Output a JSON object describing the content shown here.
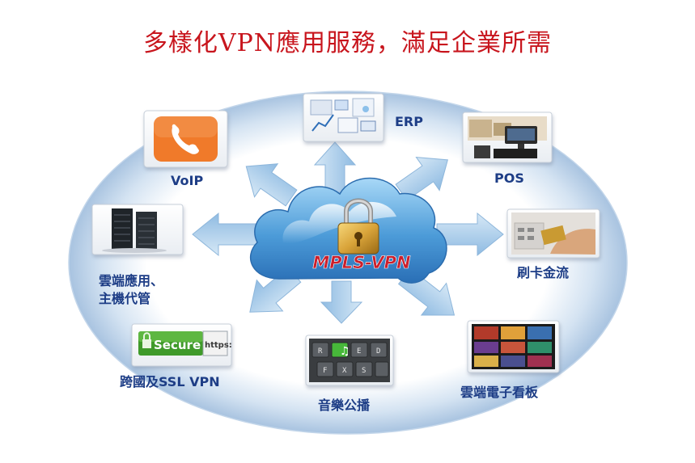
{
  "title": "多樣化VPN應用服務，滿足企業所需",
  "center": {
    "label": "MPLS-VPN",
    "icon": "padlock-icon"
  },
  "services": [
    {
      "id": "erp",
      "label": "ERP",
      "icon": "erp-dashboard-icon"
    },
    {
      "id": "pos",
      "label": "POS",
      "icon": "pos-terminal-icon"
    },
    {
      "id": "voip",
      "label": "VoIP",
      "icon": "phone-icon"
    },
    {
      "id": "card",
      "label": "刷卡金流",
      "icon": "card-swipe-icon"
    },
    {
      "id": "hosting",
      "label_lines": [
        "雲端應用、",
        "主機代管"
      ],
      "icon": "server-icon"
    },
    {
      "id": "ssl",
      "label": "跨國及SSL VPN",
      "icon": "secure-https-icon",
      "badge": {
        "word": "Secure",
        "proto": "https:"
      }
    },
    {
      "id": "music",
      "label": "音樂公播",
      "icon": "music-keyboard-icon",
      "keys": [
        "R",
        "E",
        "D",
        "F",
        "X",
        "S"
      ]
    },
    {
      "id": "signage",
      "label": "雲端電子看板",
      "icon": "digital-signage-icon"
    }
  ],
  "colors": {
    "title": "#c8151d",
    "label": "#1d3d86",
    "cloud": "#5aa8de",
    "cloud_dark": "#2f78bf",
    "arrow": "#a9cdea",
    "ring": "#b4cde6",
    "center_text": "#cc1f2b"
  }
}
